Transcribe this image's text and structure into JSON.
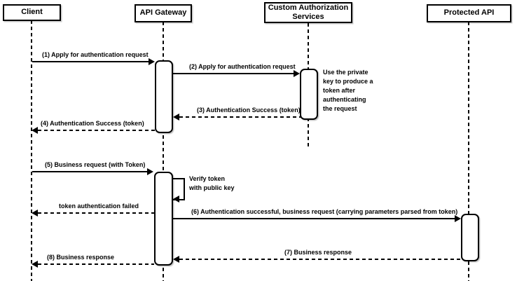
{
  "diagram": {
    "type": "sequence-diagram",
    "background_color": "#ffffff",
    "line_color": "#000000",
    "actors": [
      {
        "id": "client",
        "label": "Client"
      },
      {
        "id": "api-gateway",
        "label": "API Gateway"
      },
      {
        "id": "custom-authorization-services",
        "label": "Custom Authorization Services"
      },
      {
        "id": "protected-api",
        "label": "Protected API"
      }
    ],
    "messages": [
      {
        "label": "(1) Apply for authentication request",
        "from": "Client",
        "to": "API Gateway",
        "style": "solid"
      },
      {
        "label": "(2) Apply for authentication request",
        "from": "API Gateway",
        "to": "Custom Authorization Services",
        "style": "solid"
      },
      {
        "label": "(3) Authentication Success (token)",
        "from": "Custom Authorization Services",
        "to": "API Gateway",
        "style": "dashed"
      },
      {
        "label": "(4) Authentication Success (token)",
        "from": "API Gateway",
        "to": "Client",
        "style": "dashed"
      },
      {
        "label": "(5) Business request (with Token)",
        "from": "Client",
        "to": "API Gateway",
        "style": "solid"
      },
      {
        "label": "Verify token\nwith public key",
        "from": "API Gateway",
        "to": "API Gateway",
        "style": "self"
      },
      {
        "label": "token authentication failed",
        "from": "API Gateway",
        "to": "Client",
        "style": "dashed"
      },
      {
        "label": "(6) Authentication successful, business request (carrying parameters parsed from token)",
        "from": "API Gateway",
        "to": "Protected API",
        "style": "solid"
      },
      {
        "label": "(7) Business response",
        "from": "Protected API",
        "to": "API Gateway",
        "style": "dashed"
      },
      {
        "label": "(8) Business response",
        "from": "API Gateway",
        "to": "Client",
        "style": "dashed"
      }
    ],
    "note": {
      "text": "Use the private\nkey to produce a\ntoken after\nauthenticating\nthe request",
      "attached_to": "Custom Authorization Services"
    }
  }
}
